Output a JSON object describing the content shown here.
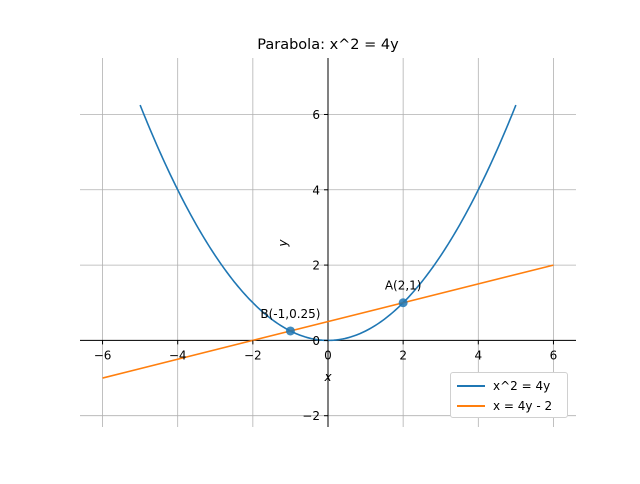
{
  "chart_data": {
    "type": "line",
    "title": "Parabola: x^2 = 4y",
    "xlabel": "x",
    "ylabel": "y",
    "xlim": [
      -6.6,
      6.6
    ],
    "ylim": [
      -2.3,
      7.5
    ],
    "xticks": [
      -6,
      -4,
      -2,
      0,
      2,
      4,
      6
    ],
    "xtick_labels": [
      "−6",
      "−4",
      "−2",
      "0",
      "2",
      "4",
      "6"
    ],
    "yticks": [
      -2,
      0,
      2,
      4,
      6
    ],
    "ytick_labels": [
      "−2",
      "0",
      "2",
      "4",
      "6"
    ],
    "grid": true,
    "legend_position": "bottom-right",
    "series": [
      {
        "name": "x^2 = 4y",
        "color": "#1f77b4",
        "x": [
          -5,
          -4.5,
          -4,
          -3.5,
          -3,
          -2.5,
          -2,
          -1.5,
          -1,
          -0.5,
          0,
          0.5,
          1,
          1.5,
          2,
          2.5,
          3,
          3.5,
          4,
          4.5,
          5
        ],
        "y": [
          6.25,
          5.0625,
          4,
          3.0625,
          2.25,
          1.5625,
          1,
          0.5625,
          0.25,
          0.0625,
          0,
          0.0625,
          0.25,
          0.5625,
          1,
          1.5625,
          2.25,
          3.0625,
          4,
          5.0625,
          6.25
        ]
      },
      {
        "name": "x = 4y - 2",
        "color": "#ff7f0e",
        "x": [
          -6,
          6
        ],
        "y": [
          -1,
          2
        ]
      }
    ],
    "points": [
      {
        "label": "A(2,1)",
        "x": 2,
        "y": 1
      },
      {
        "label": "B(-1,0.25)",
        "x": -1,
        "y": 0.25
      }
    ]
  }
}
